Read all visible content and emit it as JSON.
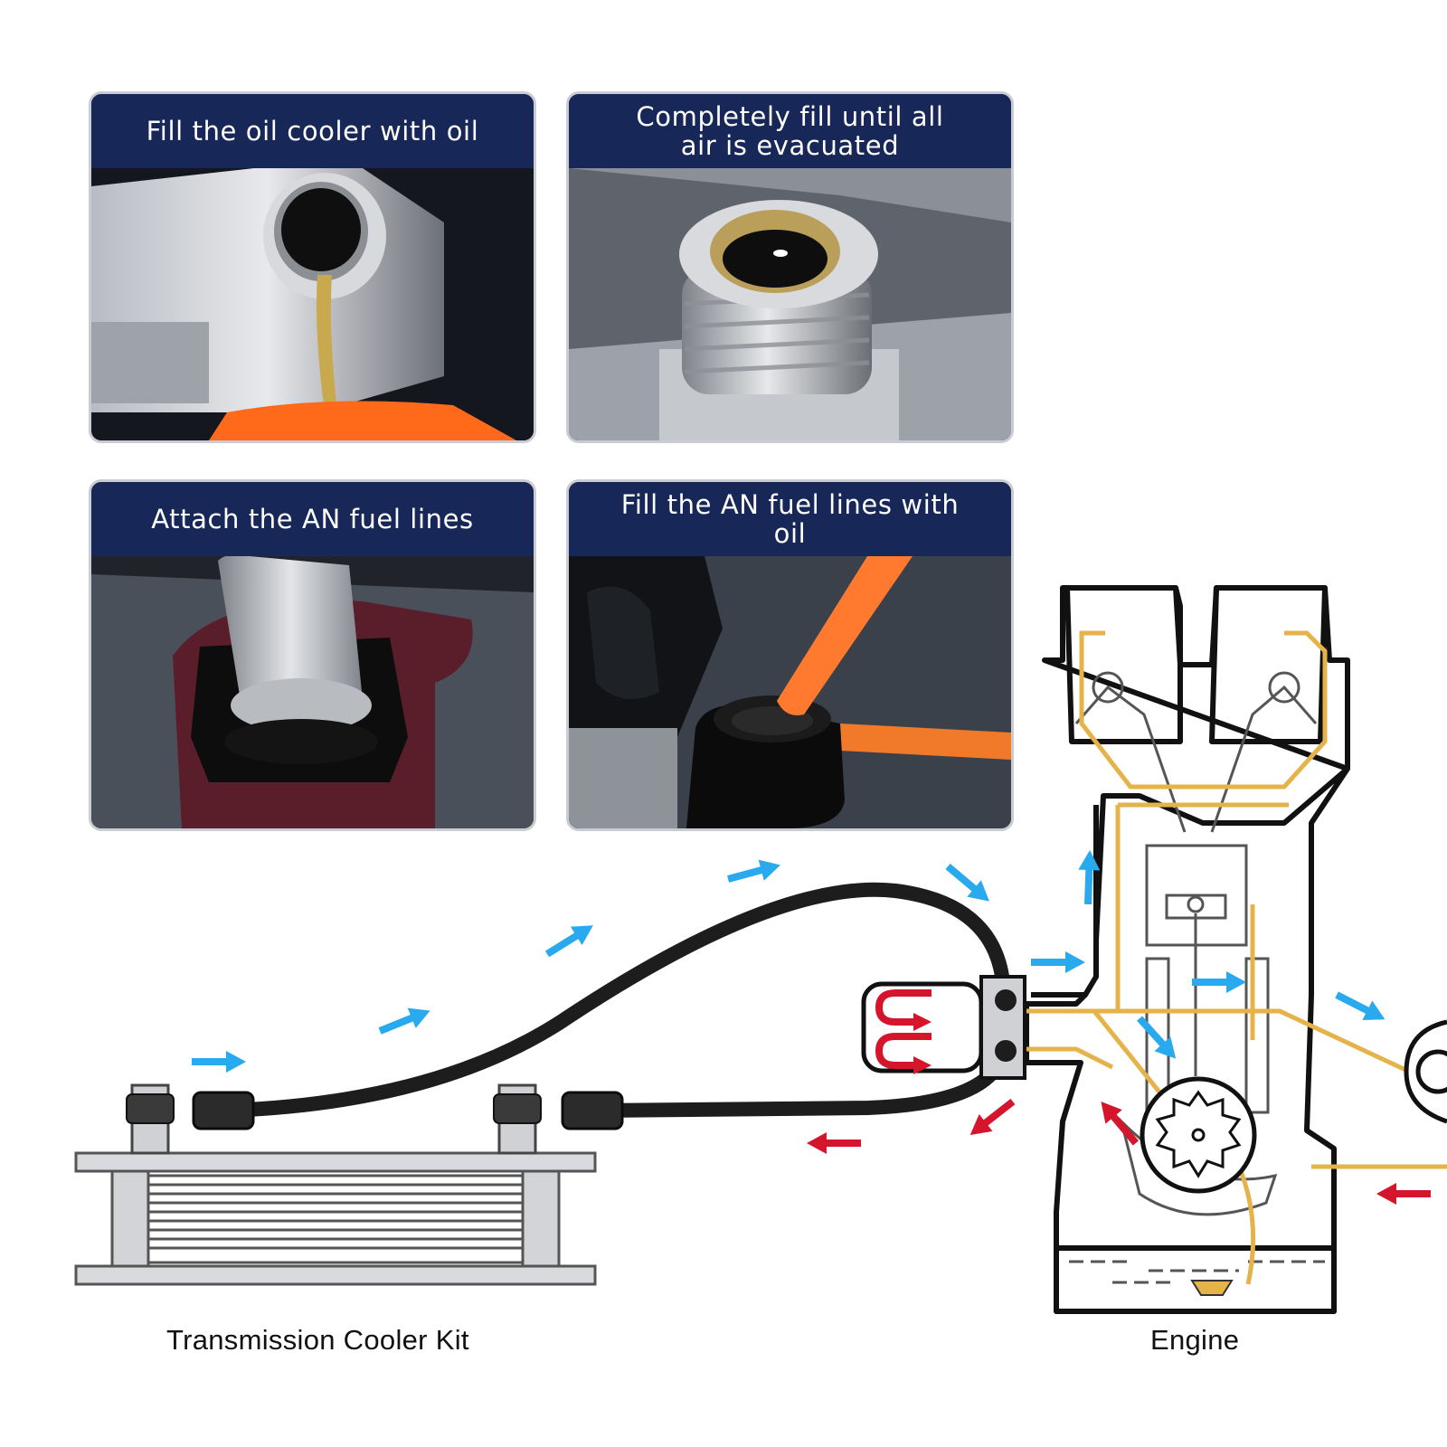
{
  "cards": [
    {
      "title": "Fill the oil cooler with oil"
    },
    {
      "title": "Completely fill until all\nair is evacuated"
    },
    {
      "title": "Attach the AN fuel lines"
    },
    {
      "title": "Fill the AN fuel lines with oil"
    }
  ],
  "captions": {
    "cooler": "Transmission Cooler Kit",
    "engine": "Engine"
  },
  "colors": {
    "header_bg": "#172757",
    "flow_out": "#29a9ee",
    "flow_return": "#d4152b",
    "oil_passage": "#e6b24a",
    "hose": "#1d1d1d"
  },
  "icons": {
    "blue_arrow": "flow-arrow-icon",
    "red_arrow": "return-arrow-icon",
    "filter_u_arrow": "u-turn-arrow-icon"
  }
}
